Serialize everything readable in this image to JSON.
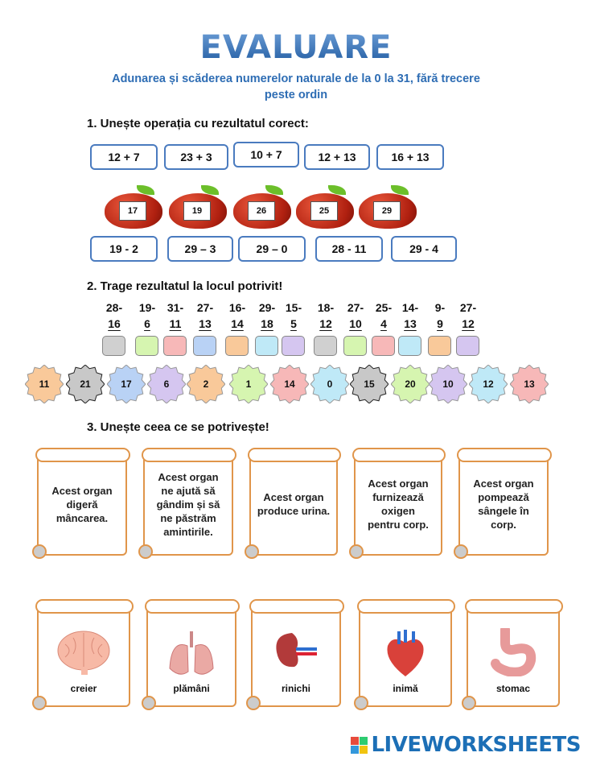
{
  "title": "EVALUARE",
  "subtitle_line1": "Adunarea și scăderea numerelor naturale de la 0 la 31, fără trecere",
  "subtitle_line2": "peste ordin",
  "ex1": {
    "heading": "1. Unește operația cu rezultatul corect:",
    "top_ops": [
      "12 + 7",
      "23 + 3",
      "10 + 7",
      "12 + 13",
      "16 + 13"
    ],
    "apples": [
      "17",
      "19",
      "26",
      "25",
      "29"
    ],
    "bottom_ops": [
      "19 - 2",
      "29 – 3",
      "29 – 0",
      "28 - 11",
      "29 - 4"
    ]
  },
  "ex2": {
    "heading": "2. Trage rezultatul la locul potrivit!",
    "ops": [
      {
        "a": "28-",
        "b": "16",
        "color": "#d0d0d0"
      },
      {
        "a": "19-",
        "b": "6",
        "color": "#d6f5b0"
      },
      {
        "a": "31-",
        "b": "11",
        "color": "#f7b8b8"
      },
      {
        "a": "27-",
        "b": "13",
        "color": "#b9d2f5"
      },
      {
        "a": "16-",
        "b": "14",
        "color": "#f9c99a"
      },
      {
        "a": "29-",
        "b": "18",
        "color": "#bfe9f7"
      },
      {
        "a": "15-",
        "b": "5",
        "color": "#d5c6f0"
      },
      {
        "a": "18-",
        "b": "12",
        "color": "#d0d0d0"
      },
      {
        "a": "27-",
        "b": "10",
        "color": "#d6f5b0"
      },
      {
        "a": "25-",
        "b": "4",
        "color": "#f7b8b8"
      },
      {
        "a": "14-",
        "b": "13",
        "color": "#bfe9f7"
      },
      {
        "a": "9-",
        "b": "9",
        "color": "#f9c99a"
      },
      {
        "a": "27-",
        "b": "12",
        "color": "#d5c6f0"
      }
    ],
    "answers": [
      {
        "v": "11",
        "color": "#f9c99a"
      },
      {
        "v": "21",
        "color": "#c8c8c8"
      },
      {
        "v": "17",
        "color": "#b9d2f5"
      },
      {
        "v": "6",
        "color": "#d5c6f0"
      },
      {
        "v": "2",
        "color": "#f9c99a"
      },
      {
        "v": "1",
        "color": "#d6f5b0"
      },
      {
        "v": "14",
        "color": "#f7b8b8"
      },
      {
        "v": "0",
        "color": "#bfe9f7"
      },
      {
        "v": "15",
        "color": "#c8c8c8"
      },
      {
        "v": "20",
        "color": "#d6f5b0"
      },
      {
        "v": "10",
        "color": "#d5c6f0"
      },
      {
        "v": "12",
        "color": "#bfe9f7"
      },
      {
        "v": "13",
        "color": "#f7b8b8"
      }
    ]
  },
  "ex3": {
    "heading": "3. Unește ceea ce se potrivește!",
    "descriptions": [
      "Acest organ\ndigeră\nmâncarea.",
      "Acest organ\nne ajută să\ngândim și să\nne păstrăm\namintirile.",
      "Acest organ\nproduce urina.",
      "Acest organ\nfurnizează\noxigen\npentru corp.",
      "Acest organ\npompează\nsângele în\ncorp."
    ],
    "organs": [
      "creier",
      "plămâni",
      "rinichi",
      "inimă",
      "stomac"
    ]
  },
  "logo": "LIVEWORKSHEETS"
}
